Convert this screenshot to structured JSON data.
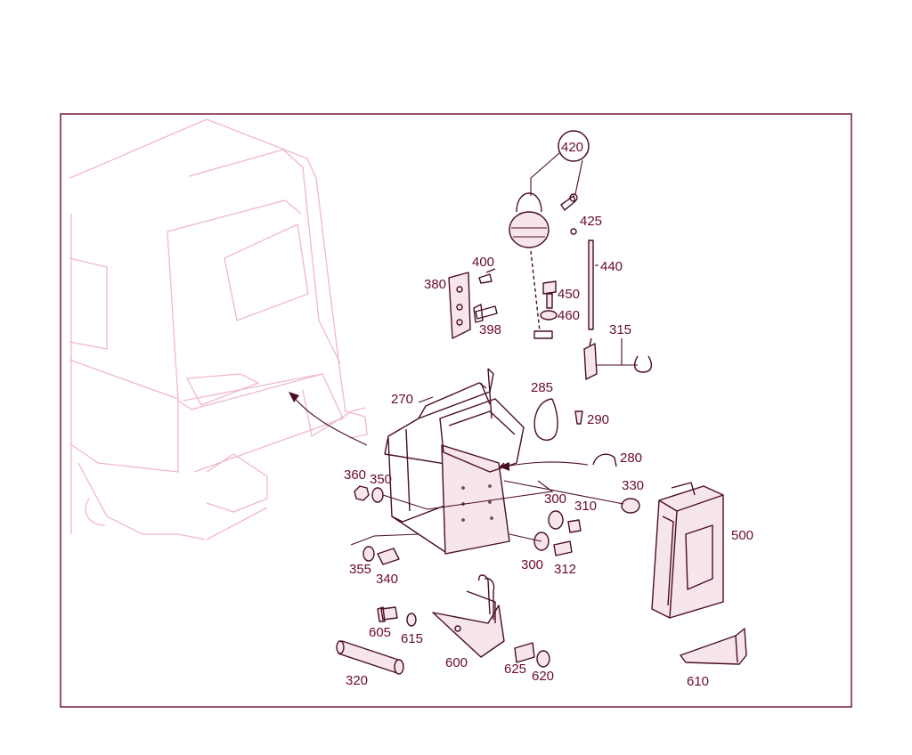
{
  "colors": {
    "border": "#7a1a38",
    "ink": "#4a0e22",
    "label": "#6b0a2a",
    "ghost": "#f0b8c8"
  },
  "labels": {
    "l420": "420",
    "l425": "425",
    "l440": "440",
    "l400": "400",
    "l380": "380",
    "l398": "398",
    "l450": "450",
    "l460": "460",
    "l315": "315",
    "l270": "270",
    "l285": "285",
    "l290": "290",
    "l280": "280",
    "l360": "360",
    "l350": "350",
    "l300a": "300",
    "l310": "310",
    "l330": "330",
    "l500": "500",
    "l355": "355",
    "l340": "340",
    "l300b": "300",
    "l312": "312",
    "l605": "605",
    "l615": "615",
    "l600": "600",
    "l625": "625",
    "l620": "620",
    "l320": "320",
    "l610": "610"
  }
}
